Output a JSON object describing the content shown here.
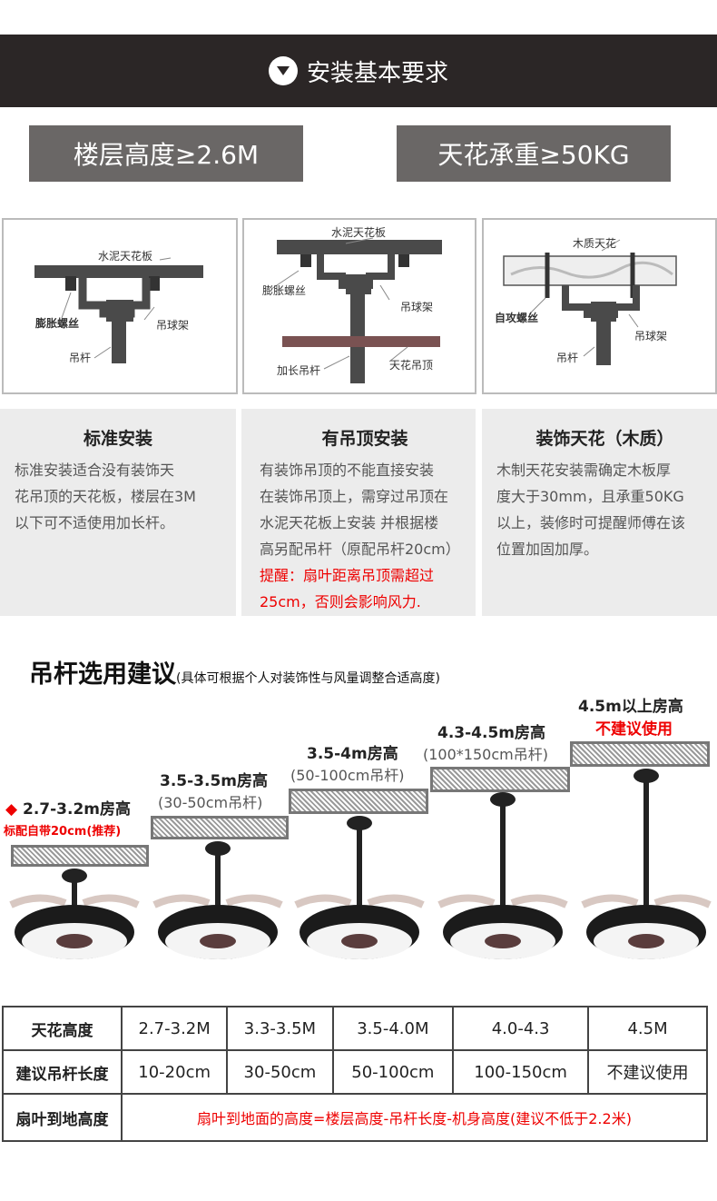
{
  "header": {
    "title": "安装基本要求"
  },
  "requirements": [
    "楼层高度≥2.6M",
    "天花承重≥50KG"
  ],
  "diagrams": [
    {
      "labels": [
        "水泥天花板",
        "膨胀螺丝",
        "吊球架",
        "吊杆"
      ]
    },
    {
      "labels": [
        "水泥天花板",
        "膨胀螺丝",
        "吊球架",
        "加长吊杆",
        "天花吊顶"
      ]
    },
    {
      "labels": [
        "木质天花",
        "自攻螺丝",
        "吊球架",
        "吊杆"
      ]
    }
  ],
  "cards": [
    {
      "title": "标准安装",
      "lines": [
        "标准安装适合没有装饰天",
        "花吊顶的天花板，楼层在3M",
        "以下可不适使用加长杆。"
      ],
      "red": []
    },
    {
      "title": "有吊顶安装",
      "lines": [
        "有装饰吊顶的不能直接安装",
        "在装饰吊顶上，需穿过吊顶在",
        "水泥天花板上安装 并根据楼",
        "高另配吊杆（原配吊杆20cm）"
      ],
      "red": [
        "提醒：扇叶距离吊顶需超过",
        "25cm，否则会影响风力."
      ]
    },
    {
      "title": "装饰天花（木质）",
      "lines": [
        "木制天花安装需确定木板厚",
        "度大于30mm，且承重50KG",
        "以上，装修时可提醒师傅在该",
        "位置加固加厚。"
      ],
      "red": []
    }
  ],
  "section": {
    "title": "吊杆选用建议",
    "note": "(具体可根据个人对装饰性与风量调整合适高度)"
  },
  "steps": [
    {
      "label": "2.7-3.2m房高",
      "mark": "◆",
      "sub": "标配自带20cm(推荐)",
      "rod": 0.2
    },
    {
      "label": "3.5-3.5m房高",
      "sub": "(30-50cm吊杆)",
      "rod": 0.4
    },
    {
      "label": "3.5-4m房高",
      "sub": "(50-100cm吊杆)",
      "rod": 0.75
    },
    {
      "label": "4.3-4.5m房高",
      "sub": "(100*150cm吊杆)",
      "rod": 1.25
    },
    {
      "label": "4.5m以上房高",
      "sub": "不建议使用",
      "rod": 1.5
    }
  ],
  "table": {
    "rows": [
      {
        "head": "天花高度",
        "cells": [
          "2.7-3.2M",
          "3.3-3.5M",
          "3.5-4.0M",
          "4.0-4.3",
          "4.5M"
        ]
      },
      {
        "head": "建议吊杆长度",
        "cells": [
          "10-20cm",
          "30-50cm",
          "50-100cm",
          "100-150cm",
          "不建议使用"
        ]
      }
    ],
    "formula_head": "扇叶到地高度",
    "formula": "扇叶到地面的高度=楼层高度-吊杆长度-机身高度(建议不低于2.2米)"
  },
  "colors": {
    "header_bg": "#2b2626",
    "req_bg": "#6a6766",
    "card_bg": "#ececec",
    "alert": "#e00000"
  }
}
